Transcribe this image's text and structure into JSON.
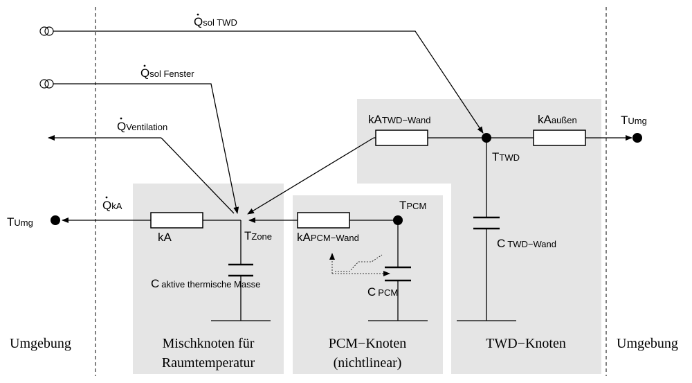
{
  "regions": {
    "left_env": "Umgebung",
    "right_env": "Umgebung",
    "mix_line1": "Mischknoten für",
    "mix_line2": "Raumtemperatur",
    "pcm_line1": "PCM−Knoten",
    "pcm_line2": "(nichtlinear)",
    "twd": "TWD−Knoten"
  },
  "flows": {
    "q_sol_twd": {
      "main": "Q",
      "sub": "sol TWD"
    },
    "q_sol_fenster": {
      "main": "Q",
      "sub": "sol Fenster"
    },
    "q_ventilation": {
      "main": "Q",
      "sub": "Ventilation"
    },
    "q_ka": {
      "main": "Q",
      "sub": "kA"
    }
  },
  "temperatures": {
    "t_umg_left": {
      "main": "T",
      "sub": "Umg"
    },
    "t_umg_right": {
      "main": "T",
      "sub": "Umg"
    },
    "t_zone": {
      "main": "T",
      "sub": "Zone"
    },
    "t_pcm": {
      "main": "T",
      "sub": "PCM"
    },
    "t_twd": {
      "main": "T",
      "sub": "TWD"
    }
  },
  "resistors": {
    "ka": {
      "main": "kA",
      "sub": ""
    },
    "ka_pcm_wand": {
      "main": "kA",
      "sub": "PCM−Wand"
    },
    "ka_twd_wand": {
      "main": "kA",
      "sub": "TWD−Wand"
    },
    "ka_aussen": {
      "main": "kA",
      "sub": "außen"
    }
  },
  "capacitors": {
    "c_aktiv": {
      "main": "C",
      "sub": "aktive thermische Masse"
    },
    "c_pcm": {
      "main": "C",
      "sub": "PCM"
    },
    "c_twd_wand": {
      "main": "C",
      "sub": "TWD−Wand"
    }
  }
}
